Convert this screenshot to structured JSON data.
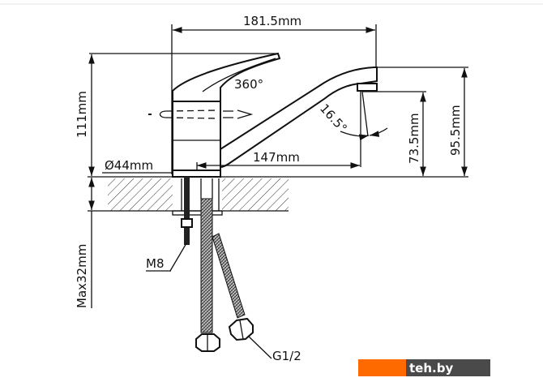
{
  "diagram": {
    "type": "faucet technical dimension drawing",
    "dimensions": {
      "overall_length": "181.5mm",
      "total_height": "111mm",
      "spout_height": "95.5mm",
      "outlet_height": "73.5mm",
      "spout_reach": "147mm",
      "base_diameter": "Ø44mm",
      "max_counter_thickness": "Max32mm",
      "rotation": "360°",
      "outlet_angle": "16.5°"
    },
    "labels": {
      "stud": "M8",
      "hose_thread": "G1/2"
    }
  },
  "watermark": {
    "text": "teh.by",
    "colors": {
      "accent": "#ff6a00",
      "dark": "#4a4a4a"
    }
  }
}
